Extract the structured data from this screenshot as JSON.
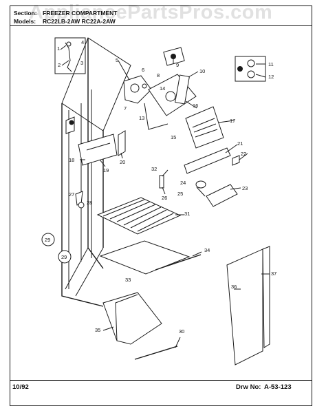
{
  "watermark": "AppliancePartsPros.com",
  "header": {
    "section_label": "Section:",
    "section_value": "FREEZER COMPARTMENT",
    "model_label": "Models:",
    "model_value": "RC22LB-2AW  RC22A-2AW"
  },
  "footer": {
    "date": "10/92",
    "drawing_label": "Drw No:",
    "drawing_number": "A-53-123"
  },
  "callouts": [
    "1",
    "2",
    "3",
    "4",
    "5",
    "6",
    "7",
    "8",
    "9",
    "10",
    "11",
    "12",
    "13",
    "14",
    "15",
    "16",
    "17",
    "18",
    "19",
    "20",
    "21",
    "22",
    "23",
    "24",
    "25",
    "26",
    "27",
    "28",
    "29",
    "29",
    "30",
    "31",
    "32",
    "33",
    "34",
    "35",
    "36",
    "37"
  ]
}
